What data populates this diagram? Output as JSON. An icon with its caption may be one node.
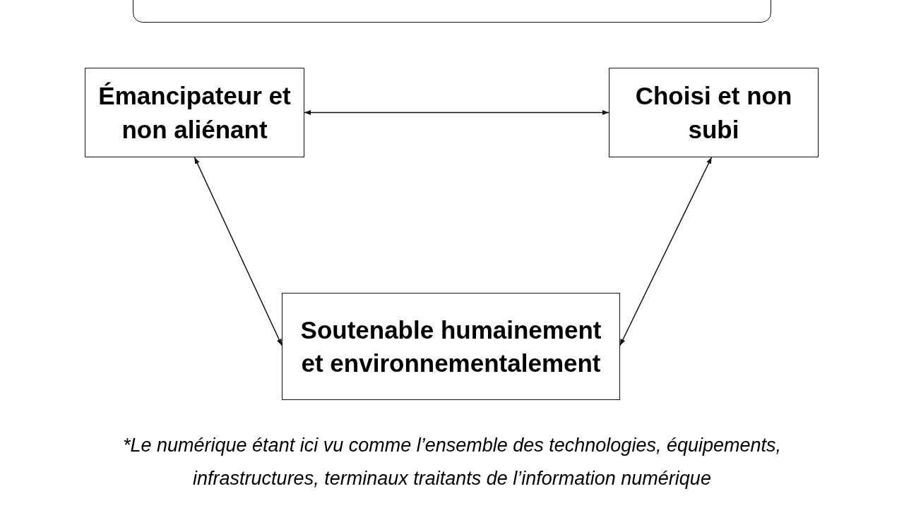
{
  "diagram": {
    "caption": "*Le numérique étant ici vu comme l’ensemble des technologies, équipements, infrastructures, terminaux traitants de l’information numérique",
    "nodes": [
      {
        "text": [],
        "shape": "box"
      },
      {
        "text": [
          "Émancipateur et non aliénant"
        ]
      },
      {
        "text": [
          "Choisi et non subi"
        ]
      },
      {
        "text": [
          "Soutenable humainement et environnementalement"
        ]
      }
    ],
    "edges": [
      {
        "from": 1,
        "to": 2,
        "arrow": "both"
      },
      {
        "from": 1,
        "to": 3,
        "arrow": "both"
      },
      {
        "from": 2,
        "to": 3,
        "arrow": "both"
      }
    ]
  }
}
